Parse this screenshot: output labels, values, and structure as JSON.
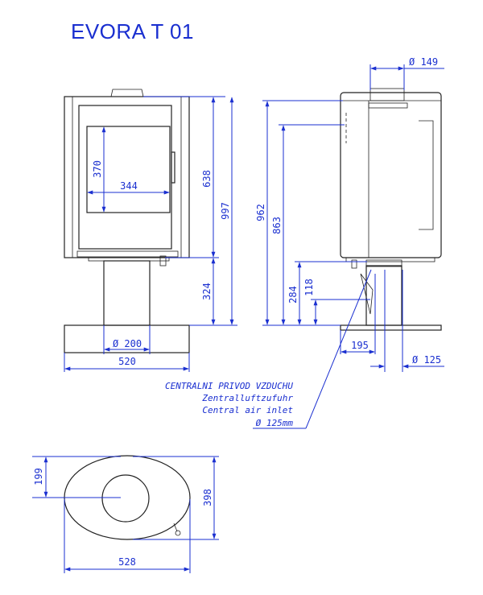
{
  "title": "EVORA T 01",
  "colors": {
    "dimension": "#1a2fd0",
    "outline": "#222222"
  },
  "dimensions": {
    "pipe_top": "Ø 149",
    "window_height": "370",
    "window_width": "344",
    "height_638": "638",
    "height_997": "997",
    "height_324": "324",
    "pedestal_diameter": "Ø 200",
    "base_width": "520",
    "height_962": "962",
    "height_863": "863",
    "height_284": "284",
    "height_118": "118",
    "offset_195": "195",
    "air_inlet_diameter": "Ø 125",
    "top_depth": "199",
    "top_height": "398",
    "top_width": "528"
  },
  "air_inlet_note": {
    "line_cz": "CENTRALNI PRIVOD VZDUCHU",
    "line_de": "Zentralluftzufuhr",
    "line_en": "Central air inlet",
    "line_size": "Ø 125mm"
  }
}
